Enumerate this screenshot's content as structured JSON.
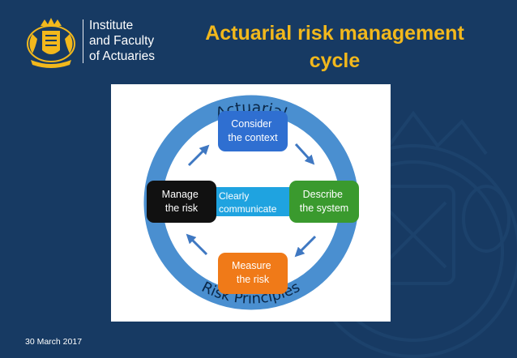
{
  "header": {
    "logo_lines": [
      "Institute",
      "and Faculty",
      "of Actuaries"
    ],
    "title_lines": [
      "Actuarial risk management",
      "cycle"
    ]
  },
  "diagram": {
    "ring_top_label": "Actuarial",
    "ring_bottom_label": "Risk Principles",
    "boxes": {
      "consider": [
        "Consider",
        "the context"
      ],
      "describe": [
        "Describe",
        "the system"
      ],
      "measure": [
        "Measure",
        "the risk"
      ],
      "manage": [
        "Manage",
        "the risk"
      ]
    },
    "center_label": [
      "Clearly",
      "communicate"
    ],
    "colors": {
      "ring": "#4a8fd0",
      "consider": "#2f6fd1",
      "describe": "#3a9a2e",
      "measure": "#f07a18",
      "manage": "#111111",
      "center_band": "#1fa3e0",
      "arrows": "#3f78c2"
    }
  },
  "footer": {
    "date": "30 March 2017"
  },
  "colors": {
    "background": "#173a63",
    "title": "#f2b81c"
  }
}
